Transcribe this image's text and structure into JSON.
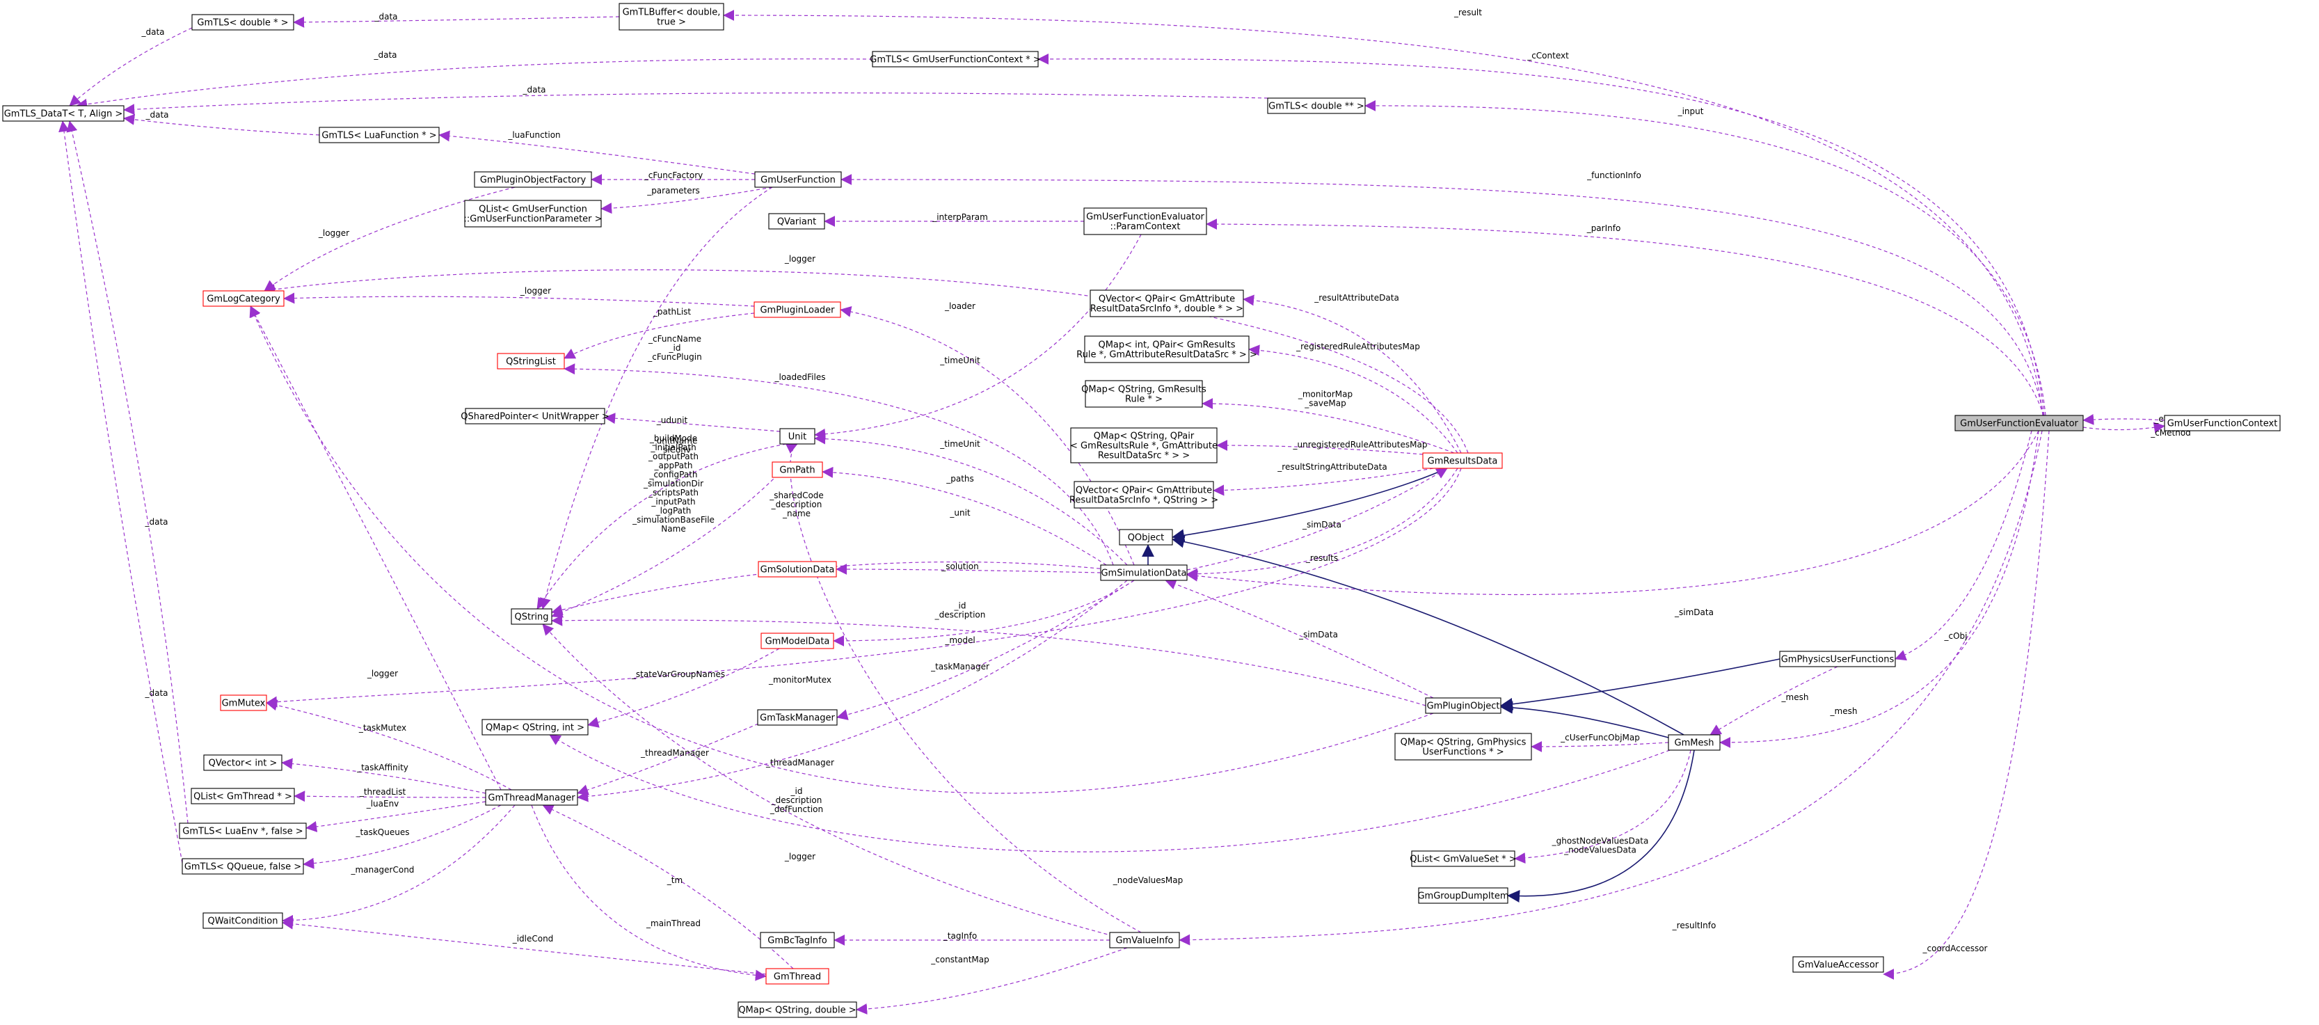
{
  "colors": {
    "dependency": "#9a32cd",
    "inheritance": "#191970",
    "node_border": "#000000",
    "node_border_incomplete": "#ff0000",
    "focus_fill": "#bfbfbf",
    "node_fill": "#ffffff",
    "text": "#000000"
  },
  "nodes": [
    {
      "id": "tls_double",
      "lines": [
        "GmTLS< double * >"
      ]
    },
    {
      "id": "tlbuffer",
      "lines": [
        "GmTLBuffer< double,",
        "true >"
      ]
    },
    {
      "id": "tls_datat",
      "lines": [
        "GmTLS_DataT< T, Align >"
      ]
    },
    {
      "id": "tls_ufc",
      "lines": [
        "GmTLS< GmUserFunctionContext * >"
      ]
    },
    {
      "id": "tls_double2",
      "lines": [
        "GmTLS< double ** >"
      ]
    },
    {
      "id": "tls_lua",
      "lines": [
        "GmTLS< LuaFunction * >"
      ]
    },
    {
      "id": "plugin_factory",
      "lines": [
        "GmPluginObjectFactory"
      ]
    },
    {
      "id": "user_function",
      "lines": [
        "GmUserFunction"
      ]
    },
    {
      "id": "qlist_ufp",
      "lines": [
        "QList< GmUserFunction",
        "::GmUserFunctionParameter >"
      ]
    },
    {
      "id": "qvariant",
      "lines": [
        "QVariant"
      ]
    },
    {
      "id": "param_context",
      "lines": [
        "GmUserFunctionEvaluator",
        "::ParamContext"
      ]
    },
    {
      "id": "log_category",
      "lines": [
        "GmLogCategory"
      ],
      "incomplete": true
    },
    {
      "id": "plugin_loader",
      "lines": [
        "GmPluginLoader"
      ],
      "incomplete": true
    },
    {
      "id": "qvector_attr_double",
      "lines": [
        "QVector< QPair< GmAttribute",
        "ResultDataSrcInfo *, double * > >"
      ]
    },
    {
      "id": "qstringlist",
      "lines": [
        "QStringList"
      ],
      "incomplete": true
    },
    {
      "id": "qmap_int_pair",
      "lines": [
        "QMap< int, QPair< GmResults",
        "Rule *, GmAttributeResultDataSrc * > >"
      ]
    },
    {
      "id": "qmap_results_rule",
      "lines": [
        "QMap< QString, GmResults",
        "Rule * >"
      ]
    },
    {
      "id": "evaluator",
      "lines": [
        "GmUserFunctionEvaluator"
      ],
      "focus": true
    },
    {
      "id": "user_function_context",
      "lines": [
        "GmUserFunctionContext"
      ]
    },
    {
      "id": "shared_pointer",
      "lines": [
        "QSharedPointer< UnitWrapper >"
      ]
    },
    {
      "id": "unit",
      "lines": [
        "Unit"
      ]
    },
    {
      "id": "qmap_qstring_pair",
      "lines": [
        "QMap< QString, QPair",
        "< GmResultsRule *, GmAttribute",
        "ResultDataSrc * > >"
      ]
    },
    {
      "id": "results_data",
      "lines": [
        "GmResultsData"
      ],
      "incomplete": true
    },
    {
      "id": "gmpath",
      "lines": [
        "GmPath"
      ],
      "incomplete": true
    },
    {
      "id": "qvector_attr_qstring",
      "lines": [
        "QVector< QPair< GmAttribute",
        "ResultDataSrcInfo *, QString > >"
      ]
    },
    {
      "id": "qobject",
      "lines": [
        "QObject"
      ]
    },
    {
      "id": "solution_data",
      "lines": [
        "GmSolutionData"
      ],
      "incomplete": true
    },
    {
      "id": "simulation_data",
      "lines": [
        "GmSimulationData"
      ]
    },
    {
      "id": "qstring",
      "lines": [
        "QString"
      ]
    },
    {
      "id": "model_data",
      "lines": [
        "GmModelData"
      ],
      "incomplete": true
    },
    {
      "id": "physics_user_functions",
      "lines": [
        "GmPhysicsUserFunctions"
      ]
    },
    {
      "id": "mutex",
      "lines": [
        "GmMutex"
      ],
      "incomplete": true
    },
    {
      "id": "plugin_object",
      "lines": [
        "GmPluginObject"
      ]
    },
    {
      "id": "qmap_qstring_int",
      "lines": [
        "QMap< QString, int >"
      ]
    },
    {
      "id": "task_manager",
      "lines": [
        "GmTaskManager"
      ]
    },
    {
      "id": "qmap_physics",
      "lines": [
        "QMap< QString, GmPhysics",
        "UserFunctions * >"
      ]
    },
    {
      "id": "mesh",
      "lines": [
        "GmMesh"
      ]
    },
    {
      "id": "qvector_int",
      "lines": [
        "QVector< int >"
      ]
    },
    {
      "id": "qlist_thread",
      "lines": [
        "QList< GmThread * >"
      ]
    },
    {
      "id": "thread_manager",
      "lines": [
        "GmThreadManager"
      ]
    },
    {
      "id": "tls_luaenv",
      "lines": [
        "GmTLS< LuaEnv *, false >"
      ]
    },
    {
      "id": "tls_qqueue",
      "lines": [
        "GmTLS< QQueue, false >"
      ]
    },
    {
      "id": "qlist_valueset",
      "lines": [
        "QList< GmValueSet * >"
      ]
    },
    {
      "id": "group_dump_item",
      "lines": [
        "GmGroupDumpItem"
      ]
    },
    {
      "id": "wait_condition",
      "lines": [
        "QWaitCondition"
      ]
    },
    {
      "id": "bc_tag_info",
      "lines": [
        "GmBcTagInfo"
      ]
    },
    {
      "id": "value_info",
      "lines": [
        "GmValueInfo"
      ]
    },
    {
      "id": "value_accessor",
      "lines": [
        "GmValueAccessor"
      ]
    },
    {
      "id": "thread",
      "lines": [
        "GmThread"
      ],
      "incomplete": true
    },
    {
      "id": "qmap_qstring_double",
      "lines": [
        "QMap< QString, double >"
      ]
    }
  ],
  "edges": [
    {
      "from": "tlbuffer",
      "to": "tls_double",
      "kind": "dependency",
      "label": [
        "_data"
      ]
    },
    {
      "from": "evaluator",
      "to": "tlbuffer",
      "kind": "dependency",
      "label": [
        "_result"
      ]
    },
    {
      "from": "tls_double",
      "to": "tls_datat",
      "kind": "dependency",
      "label": [
        "_data"
      ]
    },
    {
      "from": "tls_ufc",
      "to": "tls_datat",
      "kind": "dependency",
      "label": [
        "_data"
      ]
    },
    {
      "from": "evaluator",
      "to": "tls_ufc",
      "kind": "dependency",
      "label": [
        "_cContext"
      ]
    },
    {
      "from": "tls_double2",
      "to": "tls_datat",
      "kind": "dependency",
      "label": [
        "_data"
      ]
    },
    {
      "from": "evaluator",
      "to": "tls_double2",
      "kind": "dependency",
      "label": [
        "_input"
      ]
    },
    {
      "from": "tls_lua",
      "to": "tls_datat",
      "kind": "dependency",
      "label": [
        "_data"
      ]
    },
    {
      "from": "user_function",
      "to": "tls_lua",
      "kind": "dependency",
      "label": [
        "_luaFunction"
      ]
    },
    {
      "from": "user_function",
      "to": "plugin_factory",
      "kind": "dependency",
      "label": [
        "_cFuncFactory"
      ]
    },
    {
      "from": "user_function",
      "to": "qlist_ufp",
      "kind": "dependency",
      "label": [
        "_parameters"
      ]
    },
    {
      "from": "evaluator",
      "to": "user_function",
      "kind": "dependency",
      "label": [
        "_functionInfo"
      ]
    },
    {
      "from": "param_context",
      "to": "qvariant",
      "kind": "dependency",
      "label": [
        "_interpParam"
      ]
    },
    {
      "from": "evaluator",
      "to": "param_context",
      "kind": "dependency",
      "label": [
        "_parInfo"
      ]
    },
    {
      "from": "plugin_factory",
      "to": "log_category",
      "kind": "dependency",
      "label": [
        "_logger"
      ]
    },
    {
      "from": "results_data",
      "to": "log_category",
      "kind": "dependency",
      "label": [
        "_logger"
      ]
    },
    {
      "from": "plugin_loader",
      "to": "log_category",
      "kind": "dependency",
      "label": [
        "_logger"
      ]
    },
    {
      "from": "plugin_loader",
      "to": "qstringlist",
      "kind": "dependency",
      "label": [
        "_pathList"
      ]
    },
    {
      "from": "simulation_data",
      "to": "plugin_loader",
      "kind": "dependency",
      "label": [
        "_loader"
      ]
    },
    {
      "from": "results_data",
      "to": "qvector_attr_double",
      "kind": "dependency",
      "label": [
        "_resultAttributeData"
      ]
    },
    {
      "from": "results_data",
      "to": "qmap_int_pair",
      "kind": "dependency",
      "label": [
        "_registeredRuleAttributesMap"
      ]
    },
    {
      "from": "results_data",
      "to": "qmap_results_rule",
      "kind": "dependency",
      "label": [
        "_monitorMap",
        "_saveMap"
      ]
    },
    {
      "from": "results_data",
      "to": "qmap_qstring_pair",
      "kind": "dependency",
      "label": [
        "_unregisteredRuleAttributesMap"
      ]
    },
    {
      "from": "results_data",
      "to": "qvector_attr_qstring",
      "kind": "dependency",
      "label": [
        "_resultStringAttributeData"
      ]
    },
    {
      "from": "user_function_context",
      "to": "evaluator",
      "kind": "dependency",
      "label": [
        "_eval"
      ]
    },
    {
      "from": "evaluator",
      "to": "user_function_context",
      "kind": "dependency",
      "label": [
        "_cMethod"
      ]
    },
    {
      "from": "simulation_data",
      "to": "qstringlist",
      "kind": "dependency",
      "label": [
        "_loadedFiles"
      ]
    },
    {
      "from": "user_function",
      "to": "qstring",
      "kind": "dependency",
      "label": [
        "_cFuncName",
        "_id",
        "_cFuncPlugin"
      ]
    },
    {
      "from": "unit",
      "to": "shared_pointer",
      "kind": "dependency",
      "label": [
        "_udunit"
      ]
    },
    {
      "from": "param_context",
      "to": "unit",
      "kind": "dependency",
      "label": [
        "_timeUnit"
      ]
    },
    {
      "from": "simulation_data",
      "to": "unit",
      "kind": "dependency",
      "label": [
        "_timeUnit"
      ]
    },
    {
      "from": "unit",
      "to": "qstring",
      "kind": "dependency",
      "label": [
        "_unitName",
        "_siConv"
      ]
    },
    {
      "from": "gmpath",
      "to": "qstring",
      "kind": "dependency",
      "label": [
        "_buildMode",
        "_initialPath",
        "_outputPath",
        "_appPath",
        "_configPath",
        "_simulationDir",
        "_scriptsPath",
        "_inputPath",
        "_logPath",
        "_simulationBaseFile",
        "Name"
      ]
    },
    {
      "from": "simulation_data",
      "to": "gmpath",
      "kind": "dependency",
      "label": [
        "_paths"
      ]
    },
    {
      "from": "simulation_data",
      "to": "qstring",
      "kind": "dependency",
      "label": [
        "_sharedCode",
        "_description",
        "_name"
      ]
    },
    {
      "from": "value_info",
      "to": "unit",
      "kind": "dependency",
      "label": [
        "_unit"
      ]
    },
    {
      "from": "results_data",
      "to": "qobject",
      "kind": "inheritance",
      "label": []
    },
    {
      "from": "simulation_data",
      "to": "qobject",
      "kind": "inheritance",
      "label": []
    },
    {
      "from": "simulation_data",
      "to": "results_data",
      "kind": "dependency",
      "label": [
        "_simData"
      ]
    },
    {
      "from": "results_data",
      "to": "simulation_data",
      "kind": "dependency",
      "label": [
        "_results"
      ]
    },
    {
      "from": "simulation_data",
      "to": "solution_data",
      "kind": "dependency",
      "label": [
        "_solution"
      ]
    },
    {
      "from": "evaluator",
      "to": "simulation_data",
      "kind": "dependency",
      "label": [
        "_simData"
      ]
    },
    {
      "from": "simulation_data",
      "to": "model_data",
      "kind": "dependency",
      "label": [
        "_model"
      ]
    },
    {
      "from": "plugin_object",
      "to": "qstring",
      "kind": "dependency",
      "label": [
        "_id",
        "_description"
      ]
    },
    {
      "from": "plugin_object",
      "to": "simulation_data",
      "kind": "dependency",
      "label": [
        "_simData"
      ]
    },
    {
      "from": "evaluator",
      "to": "physics_user_functions",
      "kind": "dependency",
      "label": [
        "_cObj"
      ]
    },
    {
      "from": "results_data",
      "to": "mutex",
      "kind": "dependency",
      "label": [
        "_monitorMutex"
      ]
    },
    {
      "from": "physics_user_functions",
      "to": "plugin_object",
      "kind": "inheritance",
      "label": []
    },
    {
      "from": "mesh",
      "to": "plugin_object",
      "kind": "inheritance",
      "label": []
    },
    {
      "from": "mesh",
      "to": "qobject",
      "kind": "inheritance",
      "label": []
    },
    {
      "from": "model_data",
      "to": "qmap_qstring_int",
      "kind": "dependency",
      "label": [
        "_stateVarGroupNames"
      ]
    },
    {
      "from": "simulation_data",
      "to": "task_manager",
      "kind": "dependency",
      "label": [
        "_taskManager"
      ]
    },
    {
      "from": "physics_user_functions",
      "to": "mesh",
      "kind": "dependency",
      "label": [
        "_mesh"
      ]
    },
    {
      "from": "mesh",
      "to": "qmap_physics",
      "kind": "dependency",
      "label": [
        "_cUserFuncObjMap"
      ]
    },
    {
      "from": "evaluator",
      "to": "mesh",
      "kind": "dependency",
      "label": [
        "_mesh"
      ]
    },
    {
      "from": "thread_manager",
      "to": "log_category",
      "kind": "dependency",
      "label": [
        "_logger"
      ]
    },
    {
      "from": "thread_manager",
      "to": "mutex",
      "kind": "dependency",
      "label": [
        "_taskMutex"
      ]
    },
    {
      "from": "thread_manager",
      "to": "qvector_int",
      "kind": "dependency",
      "label": [
        "_taskAffinity"
      ]
    },
    {
      "from": "thread_manager",
      "to": "qlist_thread",
      "kind": "dependency",
      "label": [
        "_threadList"
      ]
    },
    {
      "from": "thread_manager",
      "to": "tls_luaenv",
      "kind": "dependency",
      "label": [
        "_luaEnv"
      ]
    },
    {
      "from": "thread_manager",
      "to": "tls_qqueue",
      "kind": "dependency",
      "label": [
        "_taskQueues"
      ]
    },
    {
      "from": "task_manager",
      "to": "thread_manager",
      "kind": "dependency",
      "label": [
        "_threadManager"
      ]
    },
    {
      "from": "simulation_data",
      "to": "thread_manager",
      "kind": "dependency",
      "label": [
        "_threadManager"
      ]
    },
    {
      "from": "tls_luaenv",
      "to": "tls_datat",
      "kind": "dependency",
      "label": [
        "_data"
      ]
    },
    {
      "from": "tls_qqueue",
      "to": "tls_datat",
      "kind": "dependency",
      "label": [
        "_data"
      ]
    },
    {
      "from": "mesh",
      "to": "qlist_valueset",
      "kind": "dependency",
      "label": [
        "_ghostNodeValuesData",
        "_nodeValuesData"
      ]
    },
    {
      "from": "mesh",
      "to": "group_dump_item",
      "kind": "inheritance",
      "label": []
    },
    {
      "from": "value_info",
      "to": "qstring",
      "kind": "dependency",
      "label": [
        "_id",
        "_description",
        "_defFunction"
      ]
    },
    {
      "from": "plugin_object",
      "to": "log_category",
      "kind": "dependency",
      "label": [
        "_logger"
      ]
    },
    {
      "from": "mesh",
      "to": "qmap_qstring_int",
      "kind": "dependency",
      "label": [
        "_nodeValuesMap"
      ]
    },
    {
      "from": "thread_manager",
      "to": "wait_condition",
      "kind": "dependency",
      "label": [
        "_managerCond"
      ]
    },
    {
      "from": "thread",
      "to": "thread_manager",
      "kind": "dependency",
      "label": [
        "_tm"
      ]
    },
    {
      "from": "thread_manager",
      "to": "thread",
      "kind": "dependency",
      "label": [
        "_mainThread"
      ]
    },
    {
      "from": "thread",
      "to": "wait_condition",
      "kind": "dependency",
      "label": [
        "_idleCond"
      ]
    },
    {
      "from": "value_info",
      "to": "bc_tag_info",
      "kind": "dependency",
      "label": [
        "_tagInfo"
      ]
    },
    {
      "from": "evaluator",
      "to": "value_info",
      "kind": "dependency",
      "label": [
        "_resultInfo"
      ]
    },
    {
      "from": "value_info",
      "to": "qmap_qstring_double",
      "kind": "dependency",
      "label": [
        "_constantMap"
      ]
    },
    {
      "from": "evaluator",
      "to": "value_accessor",
      "kind": "dependency",
      "label": [
        "_coordAccessor"
      ]
    }
  ]
}
